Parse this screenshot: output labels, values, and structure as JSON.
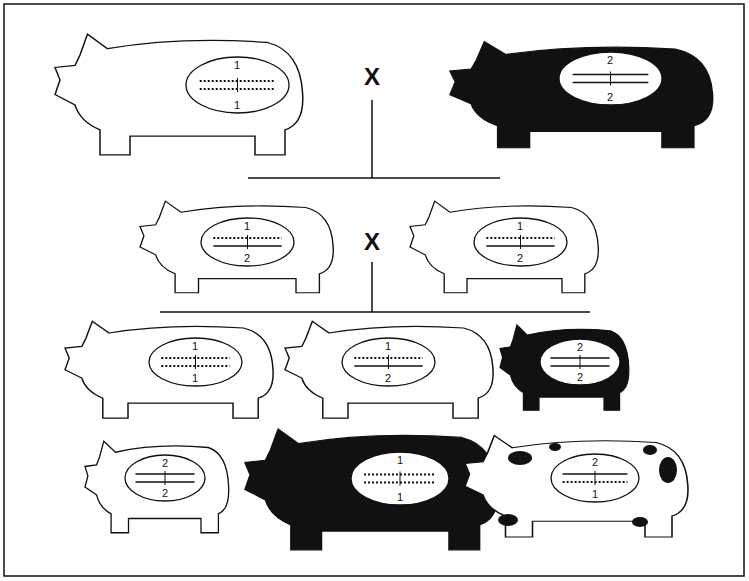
{
  "diagram": {
    "nodes": [
      {
        "text": [
          "1",
          "1"
        ]
      },
      {
        "text": [
          "2",
          "2"
        ]
      },
      {
        "text": [
          "1",
          "2"
        ]
      },
      {
        "text": [
          "1",
          "2"
        ]
      },
      {
        "text": [
          "1",
          "1"
        ]
      },
      {
        "text": [
          "1",
          "2"
        ]
      },
      {
        "text": [
          "2",
          "2"
        ]
      },
      {
        "text": [
          "2",
          "2"
        ]
      },
      {
        "text": [
          "1",
          "1"
        ]
      },
      {
        "text": [
          "2",
          "1"
        ]
      }
    ],
    "labels": [
      "X",
      "X"
    ]
  }
}
